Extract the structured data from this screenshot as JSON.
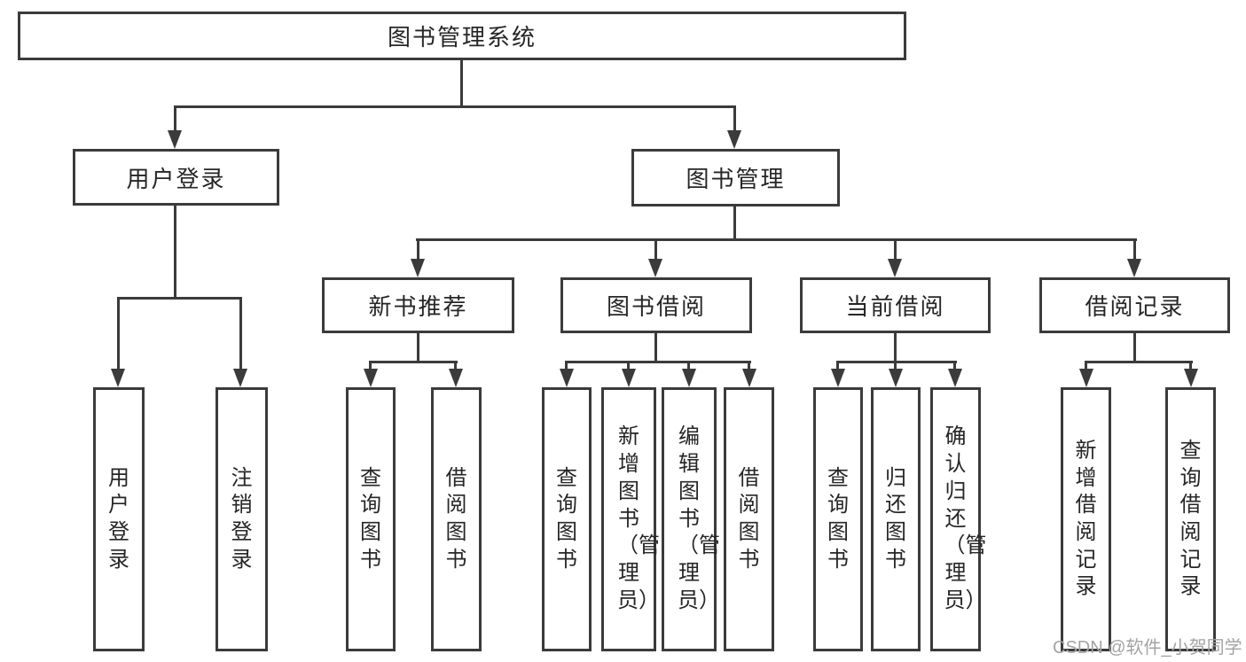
{
  "colors": {
    "line": "#3b3b3b",
    "ink": "#262626",
    "background": "#ffffff",
    "watermark": "#a3a3a3"
  },
  "diagram": {
    "type": "hierarchy-tree",
    "root": {
      "label": "图书管理系统"
    },
    "branches": [
      {
        "label": "用户登录",
        "children": [
          {
            "label": "用户登录"
          },
          {
            "label": "注销登录"
          }
        ]
      },
      {
        "label": "图书管理",
        "groups": [
          {
            "label": "新书推荐",
            "children": [
              {
                "label": "查询图书"
              },
              {
                "label": "借阅图书"
              }
            ]
          },
          {
            "label": "图书借阅",
            "children": [
              {
                "label": "查询图书"
              },
              {
                "label": "新增图书（管理员）"
              },
              {
                "label": "编辑图书（管理员）"
              },
              {
                "label": "借阅图书"
              }
            ]
          },
          {
            "label": "当前借阅",
            "children": [
              {
                "label": "查询图书"
              },
              {
                "label": "归还图书"
              },
              {
                "label": "确认归还（管理员）"
              }
            ]
          },
          {
            "label": "借阅记录",
            "children": [
              {
                "label": "新增借阅记录"
              },
              {
                "label": "查询借阅记录"
              }
            ]
          }
        ]
      }
    ]
  },
  "watermark": {
    "text": "CSDN @软件_小贺同学"
  }
}
